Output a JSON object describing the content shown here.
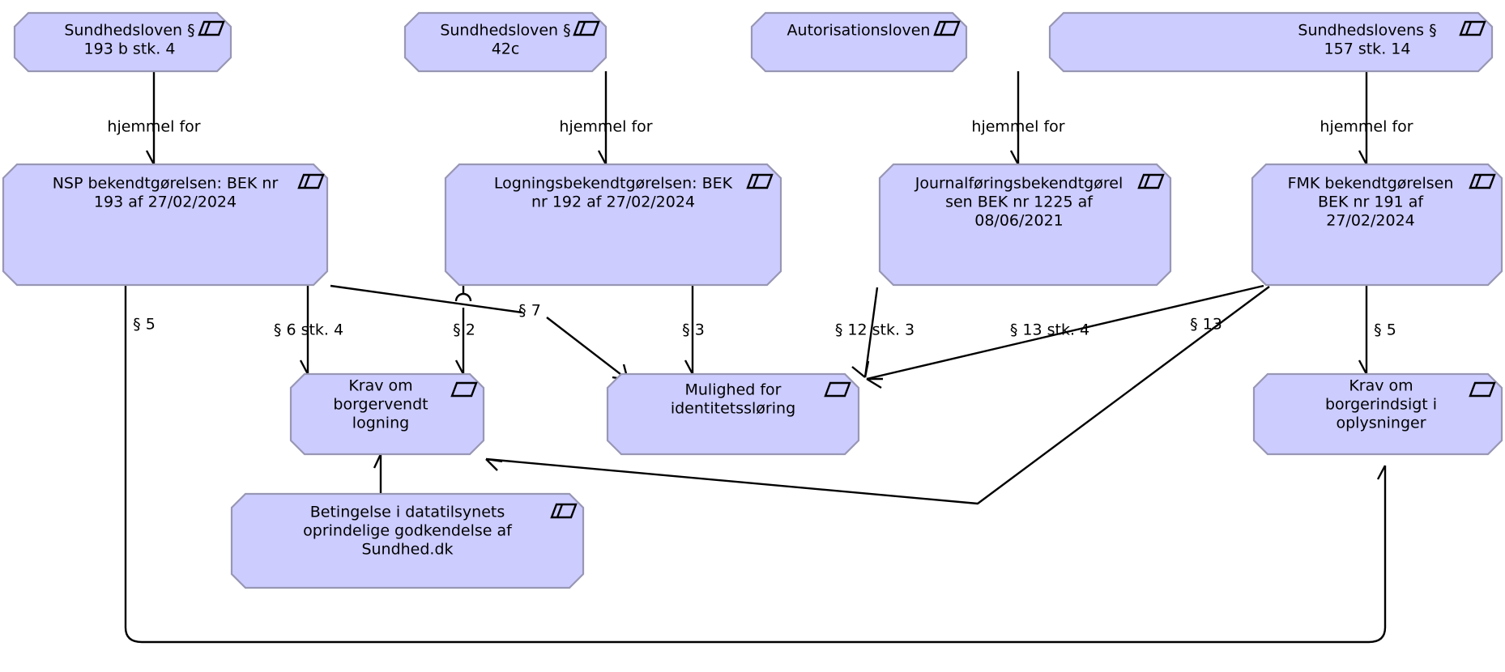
{
  "diagram": {
    "title": "Danish health-law hjemmel diagram",
    "colors": {
      "node_fill": "#ccccff",
      "node_border": "#9897b4",
      "edge": "#000000",
      "background": "#ffffff",
      "text": "#000000"
    },
    "icons": {
      "law": "law-parallelogram-split-icon",
      "requirement": "requirement-parallelogram-icon"
    },
    "nodes": [
      {
        "id": "sundhedsloven-193b",
        "lines": [
          "Sundhedsloven §",
          "193 b stk. 4"
        ],
        "icon": "law-parallelogram-split-icon"
      },
      {
        "id": "sundhedsloven-42c",
        "lines": [
          "Sundhedsloven §",
          "42c"
        ],
        "icon": "law-parallelogram-split-icon"
      },
      {
        "id": "autorisationsloven",
        "lines": [
          "Autorisationsloven"
        ],
        "icon": "law-parallelogram-split-icon"
      },
      {
        "id": "sundhedslovens-157",
        "lines": [
          "Sundhedslovens §",
          "157 stk. 14"
        ],
        "icon": "law-parallelogram-split-icon"
      },
      {
        "id": "nsp-bek",
        "lines": [
          "NSP bekendtgørelsen: BEK nr",
          "193 af 27/02/2024"
        ],
        "icon": "law-parallelogram-split-icon"
      },
      {
        "id": "logning-bek",
        "lines": [
          "Logningsbekendtgørelsen: BEK",
          "nr 192 af 27/02/2024"
        ],
        "icon": "law-parallelogram-split-icon"
      },
      {
        "id": "journalforing-bek",
        "lines": [
          "Journalføringsbekendtgørel",
          "sen BEK nr 1225 af",
          "08/06/2021"
        ],
        "icon": "law-parallelogram-split-icon"
      },
      {
        "id": "fmk-bek",
        "lines": [
          "FMK bekendtgørelsen",
          "BEK nr 191 af",
          "27/02/2024"
        ],
        "icon": "law-parallelogram-split-icon"
      },
      {
        "id": "krav-borgervendt-logning",
        "lines": [
          "Krav om",
          "borgervendt",
          "logning"
        ],
        "icon": "requirement-parallelogram-icon"
      },
      {
        "id": "mulighed-identitetssloring",
        "lines": [
          "Mulighed for",
          "identitetssløring"
        ],
        "icon": "requirement-parallelogram-icon"
      },
      {
        "id": "betingelse-datatilsynet",
        "lines": [
          "Betingelse i datatilsynets",
          "oprindelige godkendelse af",
          "Sundhed.dk"
        ],
        "icon": "law-parallelogram-split-icon"
      },
      {
        "id": "krav-borgerindsigt",
        "lines": [
          "Krav om",
          "borgerindsigt i",
          "oplysninger"
        ],
        "icon": "requirement-parallelogram-icon"
      }
    ],
    "edge_labels": [
      {
        "id": "hjemmel-1",
        "text": "hjemmel for"
      },
      {
        "id": "hjemmel-2",
        "text": "hjemmel for"
      },
      {
        "id": "hjemmel-3",
        "text": "hjemmel for"
      },
      {
        "id": "hjemmel-4",
        "text": "hjemmel for"
      },
      {
        "id": "par-5-left",
        "text": "§ 5"
      },
      {
        "id": "par-6-stk-4",
        "text": "§ 6 stk. 4"
      },
      {
        "id": "par-2",
        "text": "§ 2"
      },
      {
        "id": "par-7",
        "text": "§ 7"
      },
      {
        "id": "par-3",
        "text": "§ 3"
      },
      {
        "id": "par-12-stk-3",
        "text": "§ 12 stk. 3"
      },
      {
        "id": "par-13-stk-4",
        "text": "§ 13 stk. 4"
      },
      {
        "id": "par-13",
        "text": "§ 13"
      },
      {
        "id": "par-5-right",
        "text": "§ 5"
      }
    ],
    "edges": [
      {
        "id": "e-193b-nsp",
        "from": "sundhedsloven-193b",
        "to": "nsp-bek",
        "label": "hjemmel for"
      },
      {
        "id": "e-42c-logning",
        "from": "sundhedsloven-42c",
        "to": "logning-bek",
        "label": "hjemmel for"
      },
      {
        "id": "e-auto-journal",
        "from": "autorisationsloven",
        "to": "journalforing-bek",
        "label": "hjemmel for"
      },
      {
        "id": "e-157-fmk",
        "from": "sundhedslovens-157",
        "to": "fmk-bek",
        "label": "hjemmel for"
      },
      {
        "id": "e-nsp-borgerindsigt",
        "from": "nsp-bek",
        "to": "krav-borgerindsigt",
        "label": "§ 5"
      },
      {
        "id": "e-nsp-logningkrav",
        "from": "nsp-bek",
        "to": "krav-borgervendt-logning",
        "label": "§ 6 stk. 4"
      },
      {
        "id": "e-logning-logningkrav",
        "from": "logning-bek",
        "to": "krav-borgervendt-logning",
        "label": "§ 2"
      },
      {
        "id": "e-nsp-identitet",
        "from": "nsp-bek",
        "to": "mulighed-identitetssloring",
        "label": "§ 7"
      },
      {
        "id": "e-logning-identitet",
        "from": "logning-bek",
        "to": "mulighed-identitetssloring",
        "label": "§ 3"
      },
      {
        "id": "e-journal-identitet",
        "from": "journalforing-bek",
        "to": "mulighed-identitetssloring",
        "label": "§ 12 stk. 3"
      },
      {
        "id": "e-fmk-identitet",
        "from": "fmk-bek",
        "to": "mulighed-identitetssloring",
        "label": "§ 13 stk. 4"
      },
      {
        "id": "e-fmk-logningkrav",
        "from": "fmk-bek",
        "to": "krav-borgervendt-logning",
        "label": "§ 13"
      },
      {
        "id": "e-fmk-borgerindsigt",
        "from": "fmk-bek",
        "to": "krav-borgerindsigt",
        "label": "§ 5"
      },
      {
        "id": "e-betingelse-logningkrav",
        "from": "betingelse-datatilsynet",
        "to": "krav-borgervendt-logning",
        "label": ""
      }
    ]
  }
}
